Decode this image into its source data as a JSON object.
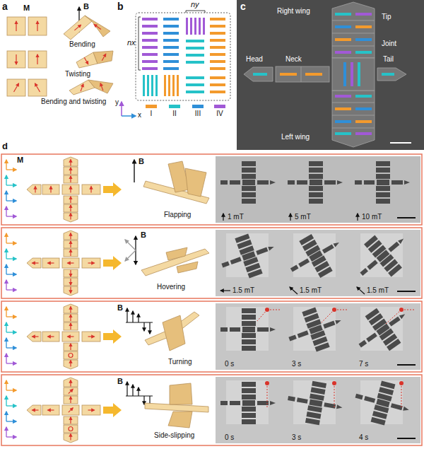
{
  "diagram": {
    "labels": [
      "a",
      "M",
      "B",
      "Bending",
      "Twisting",
      "Bending and twisting",
      "b",
      "nx",
      "ny",
      "y",
      "x",
      "c",
      "Right wing",
      "Tip",
      "Joint",
      "Head",
      "Neck",
      "Tail",
      "Left wing",
      "d",
      "M",
      "B",
      "Flapping",
      "1 mT",
      "5 mT",
      "10 mT",
      "B",
      "Hovering",
      "1.5 mT",
      "1.5 mT",
      "1.5 mT",
      "B",
      "Turning",
      "0 s",
      "3 s",
      "7 s",
      "B",
      "Side-slipping",
      "0 s",
      "3 s",
      "4 s"
    ],
    "legend": [
      {
        "text": "I",
        "color": "#f39a2d"
      },
      {
        "text": "II",
        "color": "#26c2c8"
      },
      {
        "text": "III",
        "color": "#2f8fd8"
      },
      {
        "text": "IV",
        "color": "#a159d6"
      }
    ]
  }
}
